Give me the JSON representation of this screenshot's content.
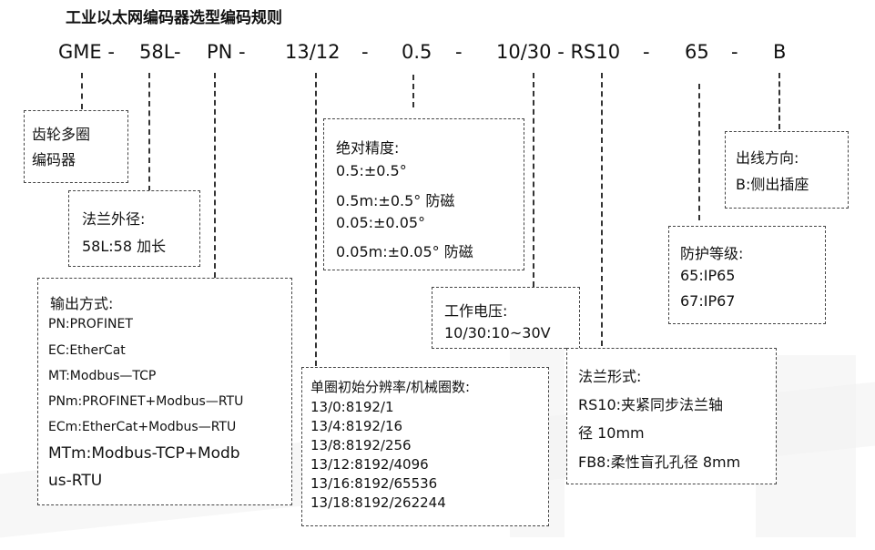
{
  "title": "工业以太网编码器选型编码规则",
  "code_parts": [
    "GME -",
    "58L-",
    "PN -",
    "13/12",
    "-",
    "0.5",
    "-",
    "10/30 - RS10",
    "-",
    "65",
    "-",
    "B"
  ],
  "boxes": {
    "encoder": {
      "lines": [
        "齿轮多圈",
        "编码器"
      ]
    },
    "flange_od": {
      "heading": "法兰外径:",
      "lines": [
        "58L:58 加长"
      ]
    },
    "output": {
      "heading": "输出方式:",
      "lines": [
        "PN:PROFINET",
        "EC:EtherCat",
        "MT:Modbus—TCP",
        "PNm:PROFINET+Modbus—RTU",
        "ECm:EtherCat+Modbus—RTU",
        "MTm:Modbus-TCP+Modb",
        "us-RTU"
      ]
    },
    "accuracy": {
      "heading": "绝对精度:",
      "lines": [
        "0.5:±0.5°",
        "0.5m:±0.5° 防磁",
        "0.05:±0.05°",
        "0.05m:±0.05° 防磁"
      ]
    },
    "voltage": {
      "heading": "工作电压:",
      "lines": [
        "10/30:10~30V"
      ]
    },
    "resolution": {
      "heading": "单圈初始分辨率/机械圈数:",
      "lines": [
        "13/0:8192/1",
        "13/4:8192/16",
        "13/8:8192/256",
        "13/12:8192/4096",
        "13/16:8192/65536",
        "13/18:8192/262244"
      ]
    },
    "flange_form": {
      "heading": "法兰形式:",
      "lines": [
        "RS10:夹紧同步法兰轴",
        "径 10mm",
        "FB8:柔性盲孔孔径 8mm"
      ]
    },
    "protection": {
      "heading": "防护等级:",
      "lines": [
        "65:IP65",
        "67:IP67"
      ]
    },
    "cable": {
      "heading": "出线方向:",
      "lines": [
        "B:侧出插座"
      ]
    }
  }
}
